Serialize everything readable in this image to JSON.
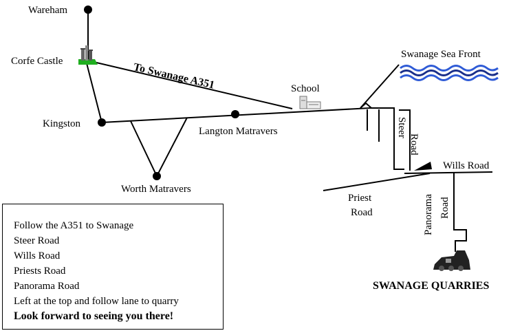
{
  "places": {
    "wareham": "Wareham",
    "corfe_castle": "Corfe Castle",
    "kingston": "Kingston",
    "worth_matravers": "Worth Matravers",
    "langton_matravers": "Langton Matravers",
    "school": "School",
    "swanage_sea_front": "Swanage Sea Front",
    "swanage_quarries": "SWANAGE QUARRIES"
  },
  "roads": {
    "a351": "To Swanage A351",
    "steer_road": [
      "Steer",
      "Road"
    ],
    "wills_road": "Wills Road",
    "priest_road": [
      "Priest",
      "Road"
    ],
    "panorama_road": [
      "Panorama",
      "Road"
    ]
  },
  "directions": {
    "steps": [
      "Follow the A351 to Swanage",
      "Steer Road",
      "Wills Road",
      "Priests Road",
      "Panorama Road",
      "Left at the top and follow lane to quarry"
    ],
    "closing": "Look forward to seeing you there!"
  },
  "colors": {
    "sea": "#2f5bd6",
    "castle_ground": "#1fae1f"
  },
  "icons": {
    "castle": "castle-icon",
    "school": "school-icon",
    "sea": "waves-icon",
    "quarry": "quarry-machinery-icon"
  }
}
